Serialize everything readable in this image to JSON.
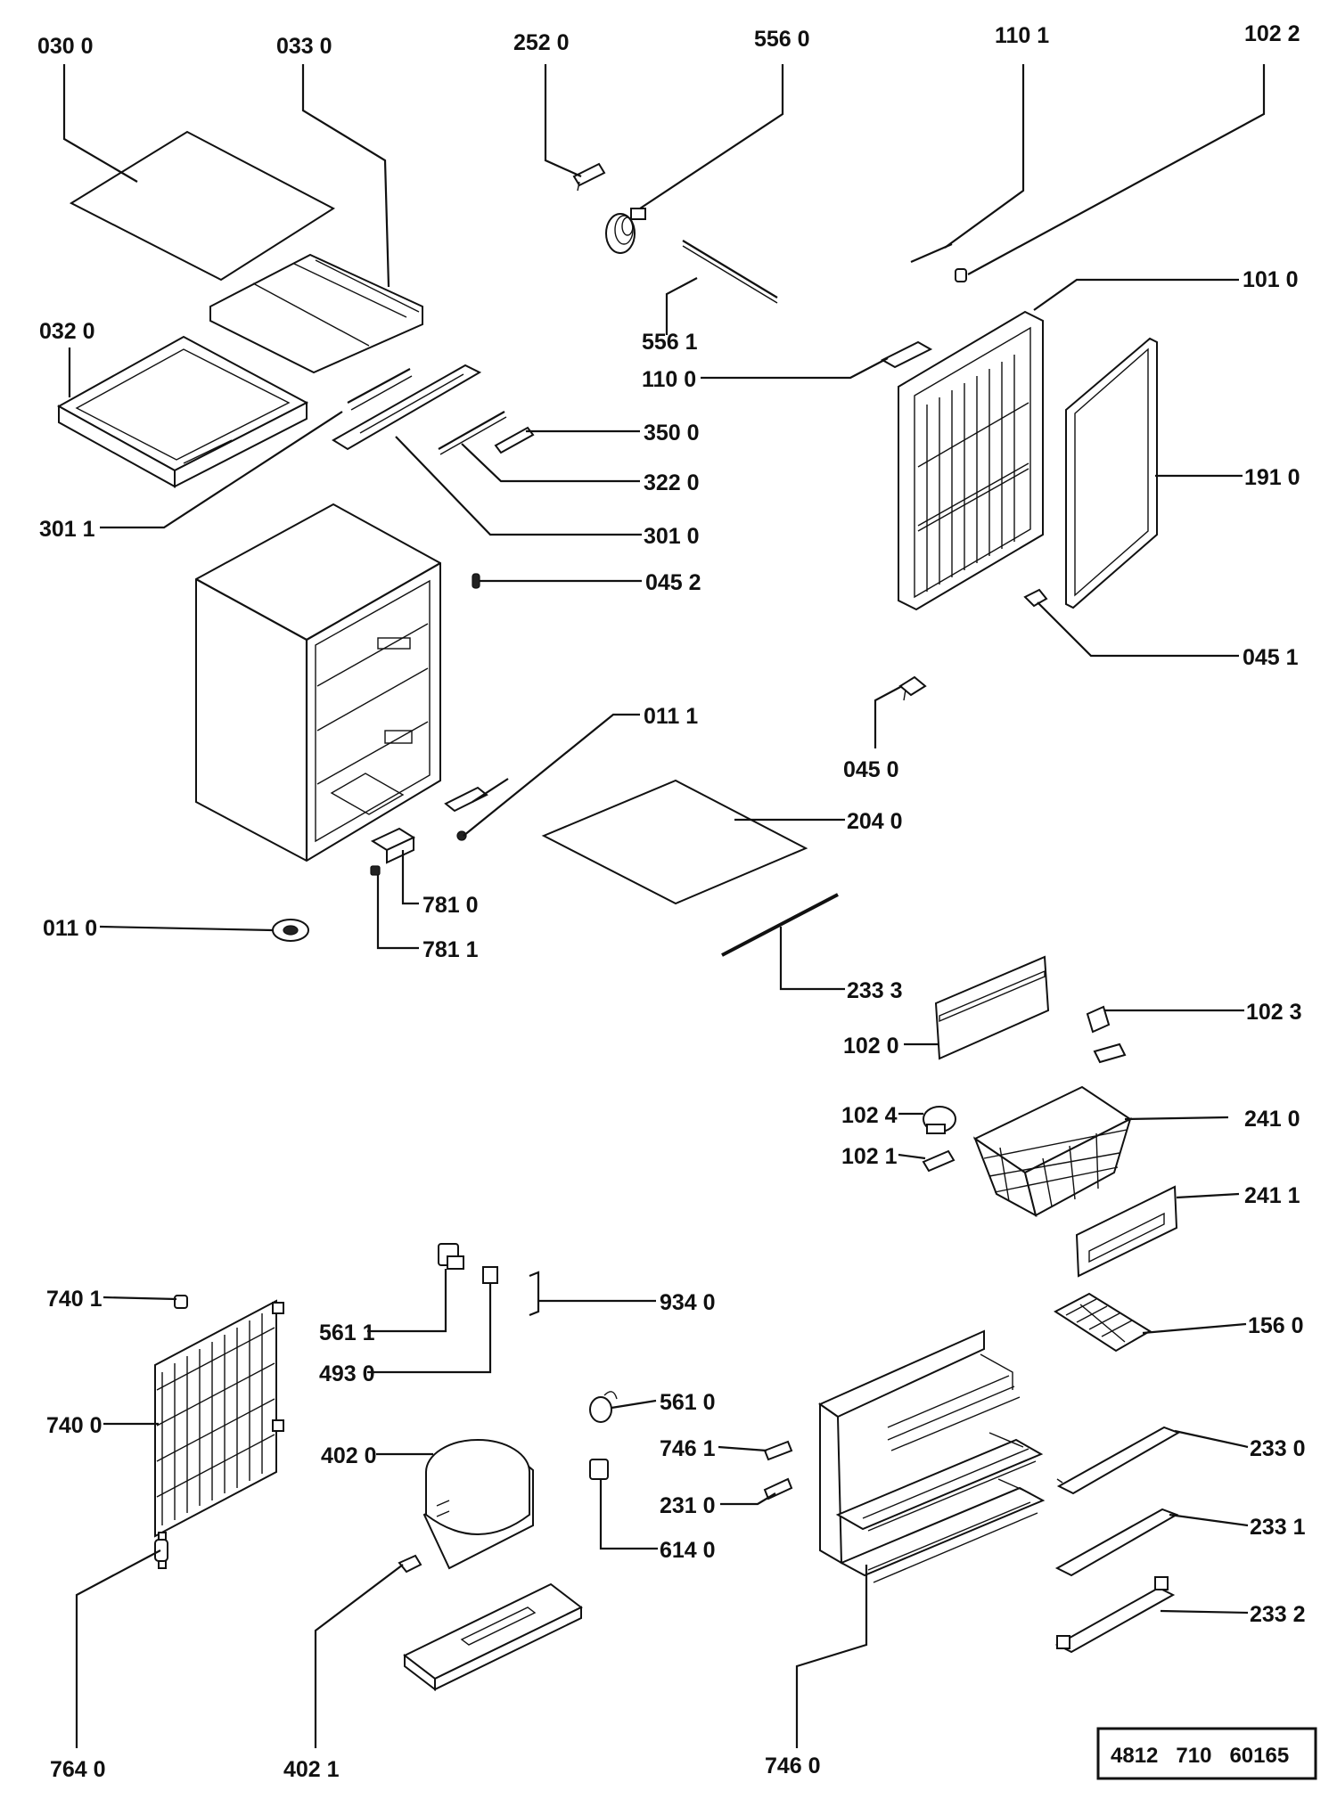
{
  "labels": [
    {
      "id": "030-0",
      "text": "030 0"
    },
    {
      "id": "033-0",
      "text": "033  0"
    },
    {
      "id": "252-0",
      "text": "252  0"
    },
    {
      "id": "556-0",
      "text": "556  0"
    },
    {
      "id": "110-1",
      "text": "110 1"
    },
    {
      "id": "102-2",
      "text": "102 2"
    },
    {
      "id": "032-0",
      "text": "032 0"
    },
    {
      "id": "101-0",
      "text": "101  0"
    },
    {
      "id": "556-1",
      "text": "556 1"
    },
    {
      "id": "110-0",
      "text": "110 0"
    },
    {
      "id": "350-0",
      "text": "350 0"
    },
    {
      "id": "191-0",
      "text": "191  0"
    },
    {
      "id": "322-0",
      "text": "322 0"
    },
    {
      "id": "301-1",
      "text": "301 1"
    },
    {
      "id": "301-0",
      "text": "301 0"
    },
    {
      "id": "045-2",
      "text": "045 2"
    },
    {
      "id": "045-1",
      "text": "045 1"
    },
    {
      "id": "011-1",
      "text": "011 1"
    },
    {
      "id": "045-0",
      "text": "045 0"
    },
    {
      "id": "204-0",
      "text": "204 0"
    },
    {
      "id": "781-0",
      "text": "781 0"
    },
    {
      "id": "011-0",
      "text": "011 0"
    },
    {
      "id": "781-1",
      "text": "781 1"
    },
    {
      "id": "233-3",
      "text": "233 3"
    },
    {
      "id": "102-3",
      "text": "102 3"
    },
    {
      "id": "102-0",
      "text": "102  0"
    },
    {
      "id": "102-4",
      "text": "102 4"
    },
    {
      "id": "241-0",
      "text": "241 0"
    },
    {
      "id": "102-1",
      "text": "102 1"
    },
    {
      "id": "241-1",
      "text": "241 1"
    },
    {
      "id": "740-1",
      "text": "740 1"
    },
    {
      "id": "934-0",
      "text": "934 0"
    },
    {
      "id": "561-1",
      "text": "561 1"
    },
    {
      "id": "156-0",
      "text": "156  0"
    },
    {
      "id": "493-0",
      "text": "493 0"
    },
    {
      "id": "740-0",
      "text": "740 0"
    },
    {
      "id": "561-0",
      "text": "561 0"
    },
    {
      "id": "402-0",
      "text": "402 0"
    },
    {
      "id": "746-1",
      "text": "746 1"
    },
    {
      "id": "233-0",
      "text": "233  0"
    },
    {
      "id": "231-0",
      "text": "231 0"
    },
    {
      "id": "614-0",
      "text": "614 0"
    },
    {
      "id": "233-1",
      "text": "233 1"
    },
    {
      "id": "233-2",
      "text": "233 2"
    },
    {
      "id": "764-0",
      "text": "764 0"
    },
    {
      "id": "402-1",
      "text": "402  1"
    },
    {
      "id": "746-0",
      "text": "746  0"
    }
  ],
  "stamp": {
    "text": "4812   710   60165"
  }
}
